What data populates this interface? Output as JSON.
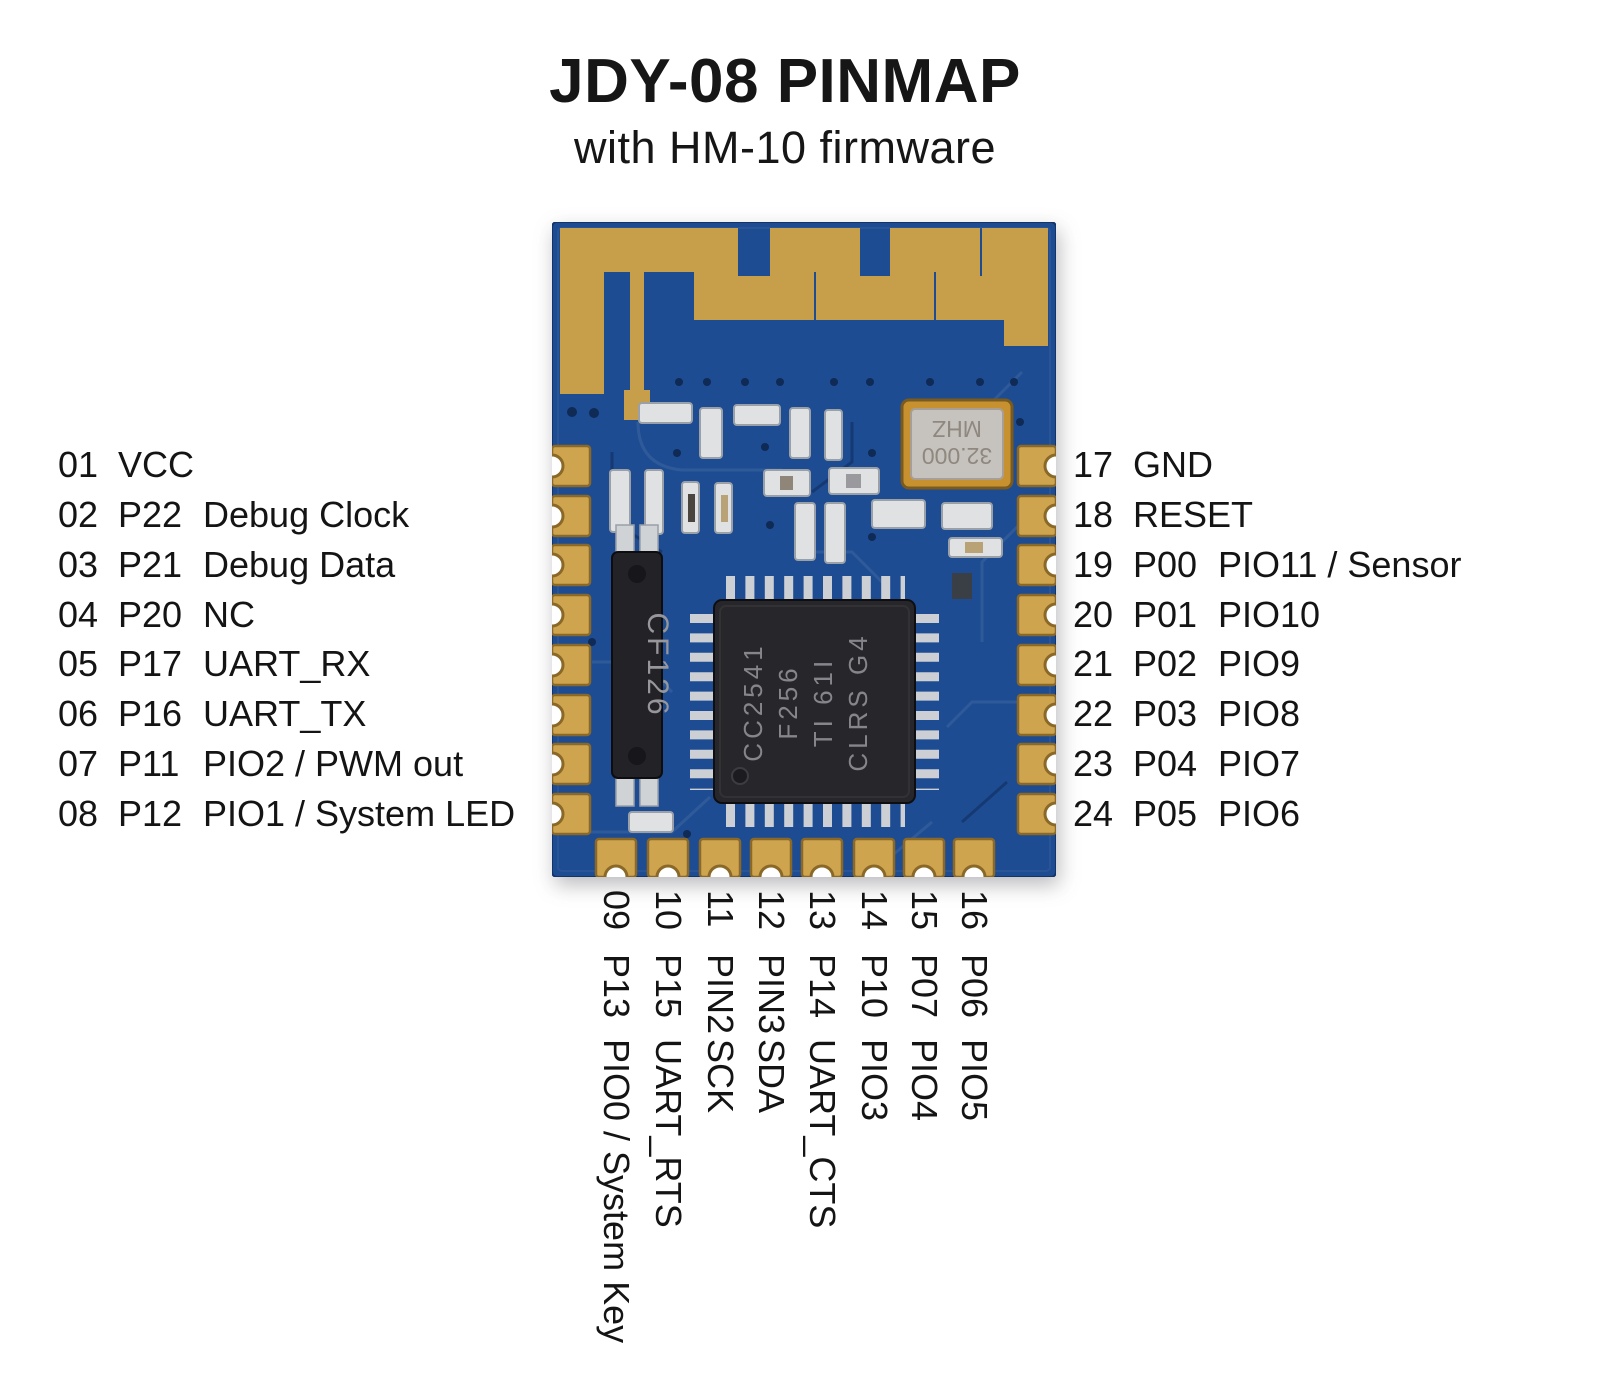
{
  "title": "JDY-08 PINMAP",
  "subtitle": "with HM-10 firmware",
  "colors": {
    "pcb_blue": "#1e4c92",
    "antenna_gold": "#c79e49",
    "pad_gold": "#cfa44e",
    "chip_black": "#27272b",
    "component_silver": "#d6d8da",
    "label_text": "#141414",
    "background": "#ffffff"
  },
  "module": {
    "crystal": {
      "line1": "32.000",
      "line2": "MHZ"
    },
    "chip_lines": {
      "0": "CC2541",
      "1": "F256",
      "2": "TI  61I",
      "3": "CLRS G4"
    },
    "component_label": "CF126"
  },
  "left_pins": [
    {
      "num": "01",
      "pin": "VCC",
      "func": ""
    },
    {
      "num": "02",
      "pin": "P22",
      "func": "Debug Clock"
    },
    {
      "num": "03",
      "pin": "P21",
      "func": "Debug Data"
    },
    {
      "num": "04",
      "pin": "P20",
      "func": "NC"
    },
    {
      "num": "05",
      "pin": "P17",
      "func": "UART_RX"
    },
    {
      "num": "06",
      "pin": "P16",
      "func": "UART_TX"
    },
    {
      "num": "07",
      "pin": "P11",
      "func": "PIO2 / PWM out"
    },
    {
      "num": "08",
      "pin": "P12",
      "func": "PIO1 / System LED"
    }
  ],
  "right_pins": [
    {
      "num": "17",
      "pin": "GND",
      "func": ""
    },
    {
      "num": "18",
      "pin": "RESET",
      "func": ""
    },
    {
      "num": "19",
      "pin": "P00",
      "func": "PIO11 / Sensor"
    },
    {
      "num": "20",
      "pin": "P01",
      "func": "PIO10"
    },
    {
      "num": "21",
      "pin": "P02",
      "func": "PIO9"
    },
    {
      "num": "22",
      "pin": "P03",
      "func": "PIO8"
    },
    {
      "num": "23",
      "pin": "P04",
      "func": "PIO7"
    },
    {
      "num": "24",
      "pin": "P05",
      "func": "PIO6"
    }
  ],
  "bottom_pins": [
    {
      "num": "09",
      "pin": "P13",
      "func": "PIO0 / System Key"
    },
    {
      "num": "10",
      "pin": "P15",
      "func": "UART_RTS"
    },
    {
      "num": "11",
      "pin": "PIN2",
      "func": "SCK"
    },
    {
      "num": "12",
      "pin": "PIN3",
      "func": "SDA"
    },
    {
      "num": "13",
      "pin": "P14",
      "func": "UART_CTS"
    },
    {
      "num": "14",
      "pin": "P10",
      "func": "PIO3"
    },
    {
      "num": "15",
      "pin": "P07",
      "func": "PIO4"
    },
    {
      "num": "16",
      "pin": "P06",
      "func": "PIO5"
    }
  ]
}
